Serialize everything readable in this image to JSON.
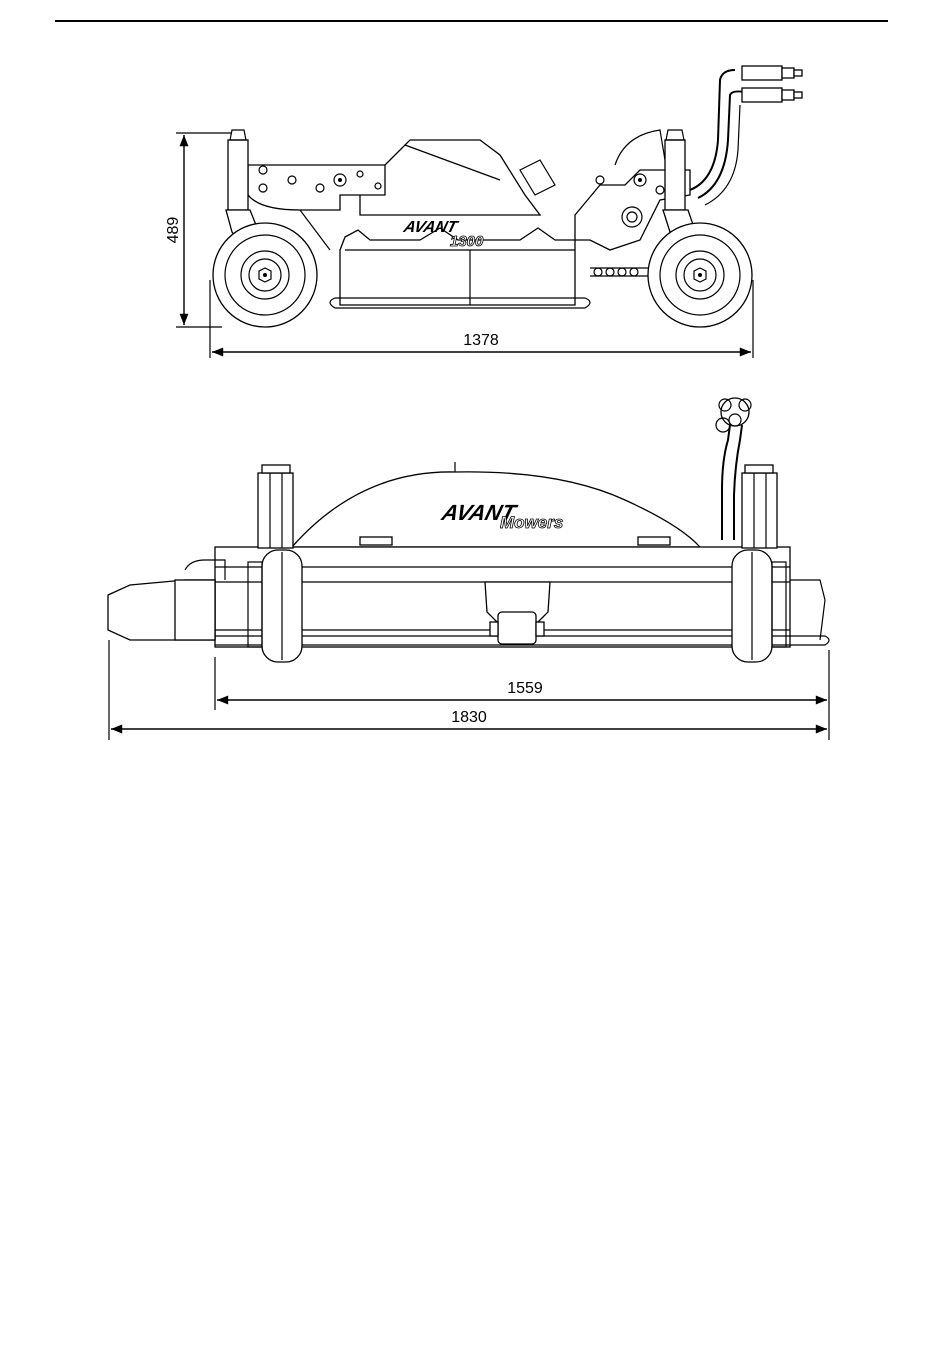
{
  "side_view": {
    "height_label": "489",
    "length_label": "1378",
    "logo_brand": "AVANT",
    "logo_model": "1300"
  },
  "front_view": {
    "track_width_label": "1559",
    "total_width_label": "1830",
    "logo_brand": "AVANT",
    "logo_line": "Mowers"
  }
}
